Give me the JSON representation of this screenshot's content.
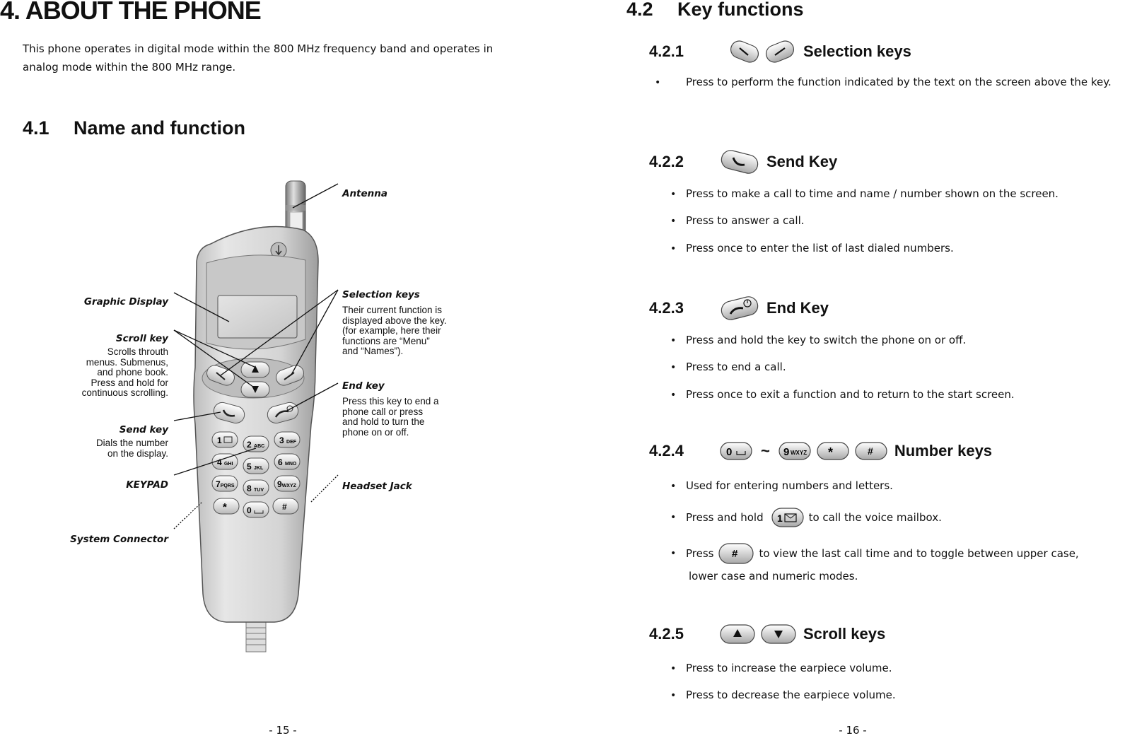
{
  "left": {
    "chapter_title": "4.  ABOUT THE PHONE",
    "intro": "This phone operates in digital mode within the 800 MHz frequency band and operates in analog mode within the 800 MHz range.",
    "section_number": "4.1",
    "section_title": "Name and function",
    "labels": {
      "antenna": "Antenna",
      "graphic_display": "Graphic Display",
      "scroll_key": "Scroll key",
      "scroll_key_desc": "Scrolls throuth\nmenus. Submenus,\nand phone book.\nPress and hold for\ncontinuous scrolling.",
      "send_key": "Send key",
      "send_key_desc": "Dials the number\non the display.",
      "keypad": "KEYPAD",
      "system_connector": "System Connector",
      "selection_keys": "Selection keys",
      "selection_keys_desc": "Their current function is\ndisplayed above the key.\n(for example, here their\nfunctions are “Menu”\nand “Names”).",
      "end_key": "End key",
      "end_key_desc": "Press this key to end a\nphone call or press\nand hold to turn the\nphone on or off.",
      "headset_jack": "Headset Jack"
    },
    "keypad_keys": [
      {
        "num": "1",
        "letters": ""
      },
      {
        "num": "2",
        "letters": "ABC"
      },
      {
        "num": "3",
        "letters": "DEF"
      },
      {
        "num": "4",
        "letters": "GHI"
      },
      {
        "num": "5",
        "letters": "JKL"
      },
      {
        "num": "6",
        "letters": "MNO"
      },
      {
        "num": "7",
        "letters": "PQRS"
      },
      {
        "num": "8",
        "letters": "TUV"
      },
      {
        "num": "9",
        "letters": "WXYZ"
      },
      {
        "num": "*",
        "letters": ""
      },
      {
        "num": "0",
        "letters": ""
      },
      {
        "num": "#",
        "letters": ""
      }
    ],
    "page_number": "- 15 -"
  },
  "right": {
    "section_number": "4.2",
    "section_title": "Key functions",
    "s1": {
      "number": "4.2.1",
      "title": "Selection keys",
      "icons": [
        "left-selection-key-icon",
        "right-selection-key-icon"
      ],
      "bullets": [
        "Press to perform the function indicated by the text on the screen above the key."
      ]
    },
    "s2": {
      "number": "4.2.2",
      "title": "Send Key",
      "icons": [
        "send-key-icon"
      ],
      "bullets": [
        "Press to make a call to time and name / number shown on the screen.",
        "Press to answer a call.",
        "Press once to enter the list of last dialed numbers."
      ]
    },
    "s3": {
      "number": "4.2.3",
      "title": "End Key",
      "icons": [
        "end-key-icon"
      ],
      "bullets": [
        "Press and hold the key to switch the phone on or off.",
        "Press to end a call.",
        "Press once to exit a function and to return to the start screen."
      ]
    },
    "s4": {
      "number": "4.2.4",
      "title": "Number keys",
      "tilde": "~",
      "key_0": "0",
      "key_9": "9",
      "key_9_letters": "WXYZ",
      "key_star": "*",
      "key_hash": "#",
      "key_1": "1",
      "bullet1": "Used for entering numbers and letters.",
      "bullet2_before": "Press and hold",
      "bullet2_after": "to call the voice mailbox.",
      "bullet3_before": "Press",
      "bullet3_after": "to view the last call time and to toggle between upper case,",
      "bullet3_cont": "lower case and numeric modes."
    },
    "s5": {
      "number": "4.2.5",
      "title": "Scroll keys",
      "icons": [
        "scroll-up-key-icon",
        "scroll-down-key-icon"
      ],
      "bullets": [
        "Press to increase the earpiece volume.",
        "Press to decrease the earpiece volume."
      ]
    },
    "page_number": "- 16 -"
  }
}
